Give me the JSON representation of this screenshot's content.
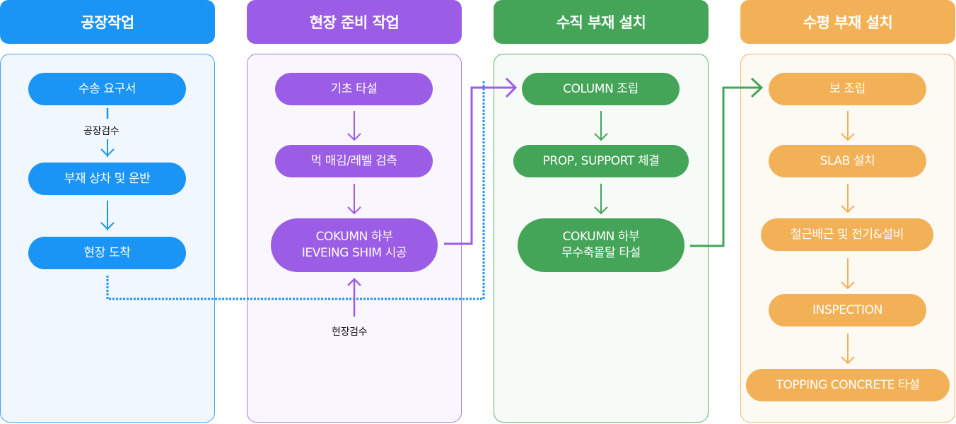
{
  "colors": {
    "blue": "#1a95f5",
    "purple": "#9b5de5",
    "green": "#44a558",
    "orange": "#f2b157"
  },
  "columns": [
    {
      "title": "공장작업",
      "nodes": [
        "수송 요구서",
        "부재 상차 및 운반",
        "현장 도착"
      ],
      "annotation": "공장검수"
    },
    {
      "title": "현장 준비 작업",
      "nodes": [
        "기초 타설",
        "먹 매김/레벨 검측",
        "COKUMN 하부",
        "IEVEING SHIM 시공"
      ],
      "annotation": "현장검수"
    },
    {
      "title": "수직 부재 설치",
      "nodes": [
        "COLUMN 조립",
        "PROP, SUPPORT 체결",
        "COKUMN 하부",
        "무수축몰탈 타설"
      ]
    },
    {
      "title": "수평 부재 설치",
      "nodes": [
        "보 조립",
        "SLAB 설치",
        "철근배근 및 전기&설비",
        "INSPECTION",
        "TOPPING CONCRETE 타설"
      ]
    }
  ]
}
